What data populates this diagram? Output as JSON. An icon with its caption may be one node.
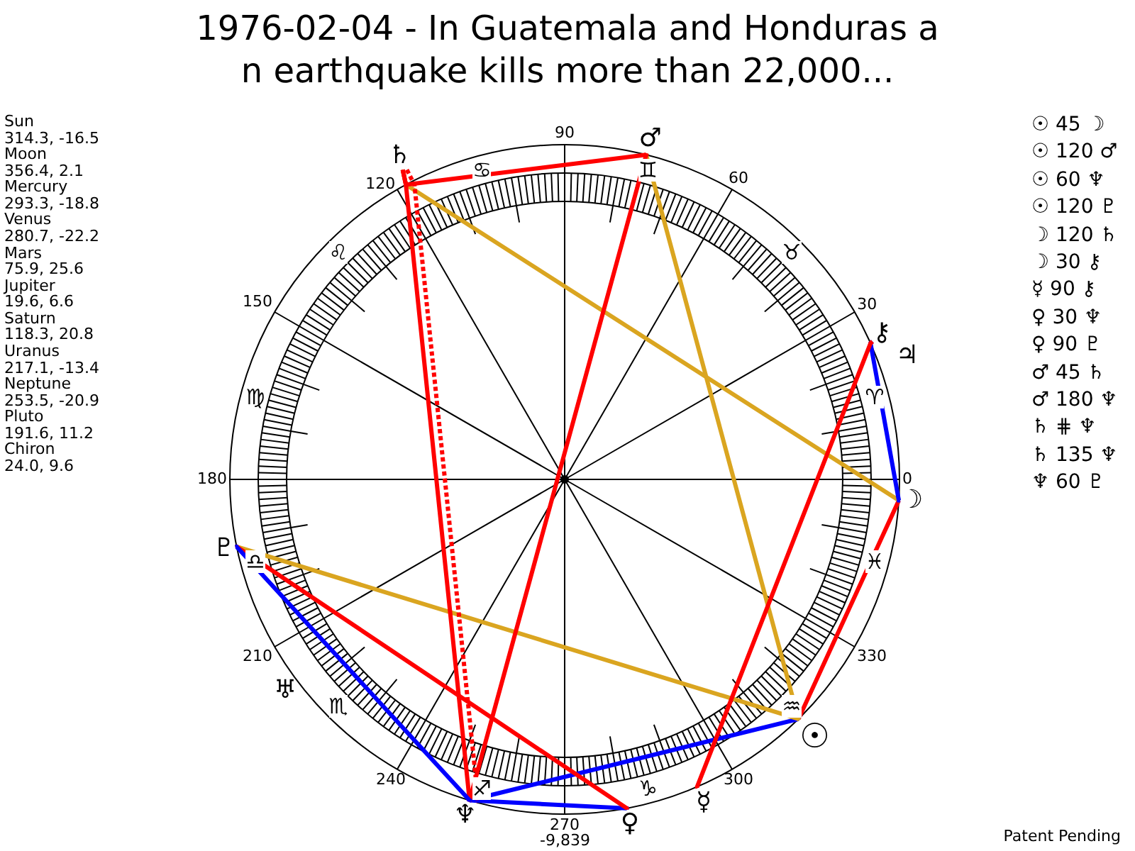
{
  "diagram": {
    "title": "1976-02-04 - In Guatemala and Honduras a n earthquake kills more than 22,000...",
    "nodes": [
      {
        "text": [
          "☉"
        ]
      },
      {
        "text": [
          "☽"
        ]
      },
      {
        "text": [
          "☿"
        ]
      },
      {
        "text": [
          "♀"
        ]
      },
      {
        "text": [
          "♂"
        ]
      },
      {
        "text": [
          "♃"
        ]
      },
      {
        "text": [
          "♄"
        ]
      },
      {
        "text": [
          "♅"
        ]
      },
      {
        "text": [
          "♆"
        ]
      },
      {
        "text": [
          "♇"
        ]
      },
      {
        "text": [
          "⚷"
        ]
      }
    ],
    "edges": [
      {
        "from": 0,
        "to": 1,
        "arrow": "none",
        "color": "#ff0000"
      },
      {
        "from": 0,
        "to": 4,
        "arrow": "none",
        "color": "#daa520"
      },
      {
        "from": 0,
        "to": 8,
        "arrow": "none",
        "color": "#0000ff"
      },
      {
        "from": 0,
        "to": 9,
        "arrow": "none",
        "color": "#daa520"
      },
      {
        "from": 1,
        "to": 6,
        "arrow": "none",
        "color": "#daa520"
      },
      {
        "from": 1,
        "to": 10,
        "arrow": "none",
        "color": "#0000ff"
      },
      {
        "from": 2,
        "to": 10,
        "arrow": "none",
        "color": "#ff0000"
      },
      {
        "from": 3,
        "to": 8,
        "arrow": "none",
        "color": "#0000ff"
      },
      {
        "from": 3,
        "to": 9,
        "arrow": "none",
        "color": "#ff0000"
      },
      {
        "from": 4,
        "to": 6,
        "arrow": "none",
        "color": "#ff0000"
      },
      {
        "from": 4,
        "to": 8,
        "arrow": "none",
        "color": "#ff0000"
      },
      {
        "from": 6,
        "to": 8,
        "arrow": "none",
        "style": "dashed",
        "color": "#ff0000"
      },
      {
        "from": 6,
        "to": 8,
        "arrow": "none",
        "color": "#ff0000"
      },
      {
        "from": 8,
        "to": 9,
        "arrow": "none",
        "color": "#0000ff"
      }
    ],
    "labels": [
      "Sun",
      "314.3, -16.5",
      "Moon",
      "356.4, 2.1",
      "Mercury",
      "293.3, -18.8",
      "Venus",
      "280.7, -22.2",
      "Mars",
      "75.9, 25.6",
      "Jupiter",
      "19.6, 6.6",
      "Saturn",
      "118.3, 20.8",
      "Uranus",
      "217.1, -13.4",
      "Neptune",
      "253.5, -20.9",
      "Pluto",
      "191.6, 11.2",
      "Chiron",
      "24.0, 9.6",
      "☉ 45 ☽",
      "☉ 120 ♂",
      "☉ 60 ♆",
      "☉ 120 ♇",
      "☽ 120 ♄",
      "☽ 30 ⚷",
      "☿ 90 ⚷",
      "♀ 30 ♆",
      "♀ 90 ♇",
      "♂ 45 ♄",
      "♂ 180 ♆",
      "♄ ⋕ ♆",
      "♄ 135 ♆",
      "♆ 60 ♇",
      "0",
      "30",
      "60",
      "90",
      "120",
      "150",
      "180",
      "210",
      "240",
      "270",
      "300",
      "330",
      "♈",
      "♉",
      "♊",
      "♋",
      "♌",
      "♍",
      "♎",
      "♏",
      "♐",
      "♑",
      "♒",
      "♓",
      "-9,839",
      "Patent Pending"
    ]
  }
}
